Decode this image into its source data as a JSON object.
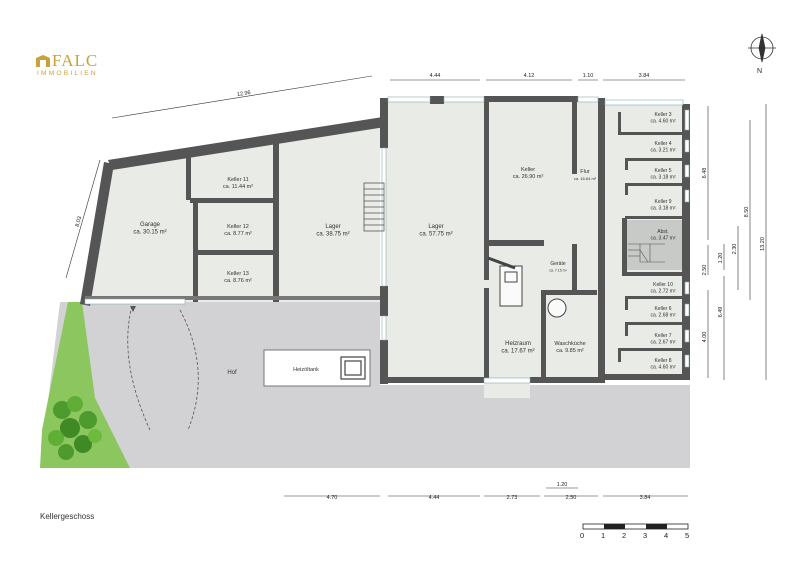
{
  "logo": {
    "name": "FALC",
    "sub": "IMMOBILIEN"
  },
  "floor_title": "Kellergeschoss",
  "north_label": "N",
  "rooms": [
    {
      "id": "garage",
      "name": "Garage",
      "area": "ca. 30.15 m²"
    },
    {
      "id": "keller11",
      "name": "Keller 11",
      "area": "ca. 11.44 m²"
    },
    {
      "id": "keller12",
      "name": "Keller 12",
      "area": "ca. 8.77 m²"
    },
    {
      "id": "keller13",
      "name": "Keller 13",
      "area": "ca. 8.76 m²"
    },
    {
      "id": "lager1",
      "name": "Lager",
      "area": "ca. 38.75 m²"
    },
    {
      "id": "lager2",
      "name": "Lager",
      "area": "ca. 57.75 m²"
    },
    {
      "id": "keller_c",
      "name": "Keller",
      "area": "ca. 26.90 m²"
    },
    {
      "id": "flur",
      "name": "Flur",
      "area": "ca. 16.64 m²"
    },
    {
      "id": "geraete",
      "name": "Geräte",
      "area": "ca. 7.15 m²"
    },
    {
      "id": "heizraum",
      "name": "Heizraum",
      "area": "ca. 17.67 m²"
    },
    {
      "id": "waschkueche",
      "name": "Waschküche",
      "area": "ca. 9.85 m²"
    },
    {
      "id": "keller3",
      "name": "Keller 3",
      "area": "ca. 4.60 m²"
    },
    {
      "id": "keller4",
      "name": "Keller 4",
      "area": "ca. 3.21 m²"
    },
    {
      "id": "keller5",
      "name": "Keller 5",
      "area": "ca. 3.18 m²"
    },
    {
      "id": "keller9",
      "name": "Keller 9",
      "area": "ca. 3.18 m²"
    },
    {
      "id": "abst",
      "name": "Abst.",
      "area": "ca. 3.47 m²"
    },
    {
      "id": "keller10",
      "name": "Keller 10",
      "area": "ca. 2.72 m²"
    },
    {
      "id": "keller6",
      "name": "Keller 6",
      "area": "ca. 2.68 m²"
    },
    {
      "id": "keller7",
      "name": "Keller 7",
      "area": "ca. 2.67 m²"
    },
    {
      "id": "keller8",
      "name": "Keller 8",
      "area": "ca. 4.60 m²"
    }
  ],
  "outdoor": {
    "hof": "Hof",
    "tank": "Heizöltank"
  },
  "dimensions": {
    "top": [
      "4.44",
      "4.12",
      "1.10",
      "3.84"
    ],
    "diag_top": "12.96",
    "diag_left": "8.03",
    "bottom": [
      "4.70",
      "4.44",
      "2.73",
      "2.50",
      "3.84"
    ],
    "bottom_small": "1.20",
    "right": [
      "6.48",
      "8.50",
      "13.20",
      "1.20",
      "2.30",
      "2.50",
      "6.49",
      "4.00"
    ]
  },
  "scale_bar": [
    "0",
    "1",
    "2",
    "3",
    "4",
    "5"
  ],
  "colors": {
    "wall": "#555555",
    "floor": "#e8ebe6",
    "yard": "#d2d2d4",
    "grass": "#8cc65e",
    "brand": "#c9a23a"
  }
}
